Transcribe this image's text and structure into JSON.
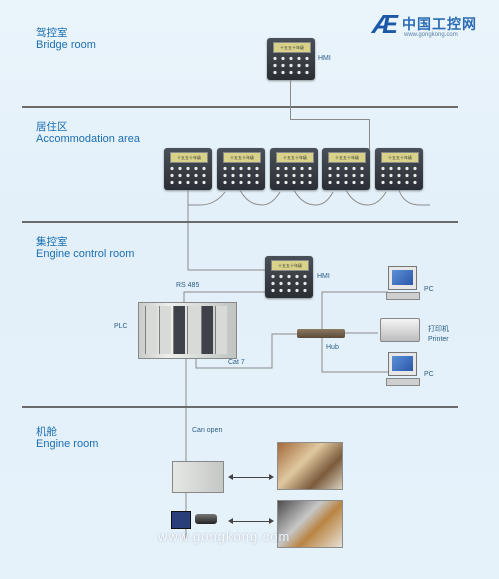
{
  "logo": {
    "name": "中国工控网",
    "url": "www.gongkong.com"
  },
  "sections": [
    {
      "zh": "驾控室",
      "en": "Bridge room"
    },
    {
      "zh": "居住区",
      "en": "Accommodation area"
    },
    {
      "zh": "集控室",
      "en": "Engine control room"
    },
    {
      "zh": "机舱",
      "en": "Engine room"
    }
  ],
  "labels": {
    "hmi_bridge": "HMI",
    "hmi_ecr": "HMI",
    "rs485": "RS 485",
    "plc": "PLC",
    "cat7": "Cat 7",
    "hub": "Hub",
    "pc_top": "PC",
    "printer_zh": "打印机",
    "printer_en": "Printer",
    "pc_bottom": "PC",
    "can_open": "Can open"
  },
  "hmi_screen_text": "十五五十年级",
  "watermark": "www.gongkong.com",
  "colors": {
    "section_title": "#1a6fb3",
    "divider": "#6b6b6b",
    "background": "#e3f0f9"
  },
  "icons": [
    "hmi-panel-icon",
    "plc-rack-icon",
    "pc-icon",
    "printer-icon",
    "hub-icon",
    "engine-photo-icon",
    "sensor-icon"
  ]
}
